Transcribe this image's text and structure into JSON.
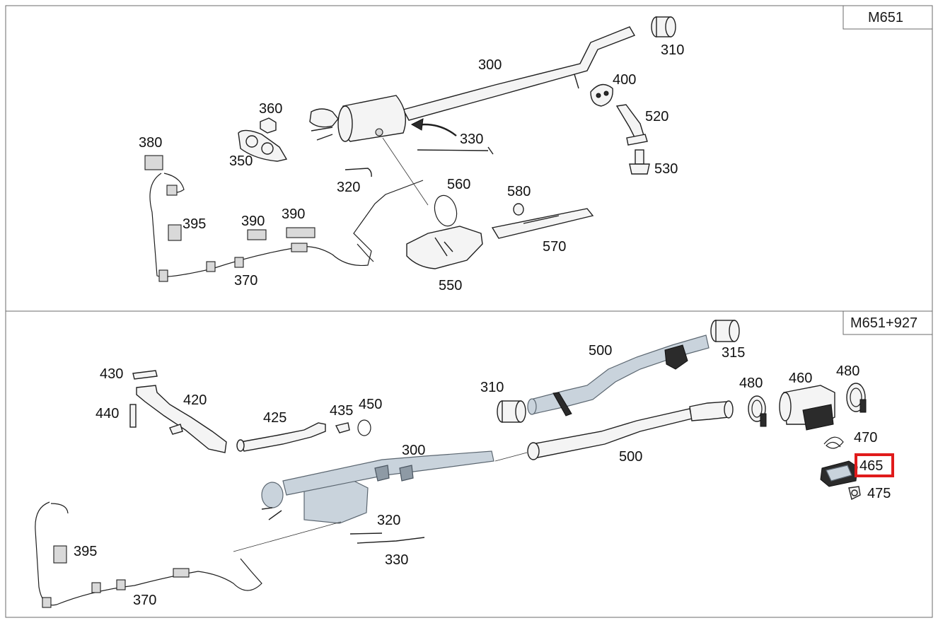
{
  "panels": {
    "top": {
      "tag": "M651"
    },
    "bottom": {
      "tag": "M651+927"
    }
  },
  "highlight_color": "#e01b1b",
  "callouts_top": {
    "c310": "310",
    "c300": "300",
    "c400": "400",
    "c360": "360",
    "c520": "520",
    "c380": "380",
    "c330": "330",
    "c350": "350",
    "c530": "530",
    "c320": "320",
    "c560": "560",
    "c580": "580",
    "c395": "395",
    "c390a": "390",
    "c390b": "390",
    "c570": "570",
    "c370": "370",
    "c550": "550"
  },
  "callouts_bottom": {
    "c500a": "500",
    "c315": "315",
    "c430": "430",
    "c420": "420",
    "c310": "310",
    "c480a": "480",
    "c460": "460",
    "c480b": "480",
    "c440": "440",
    "c425": "425",
    "c435": "435",
    "c450": "450",
    "c300": "300",
    "c470": "470",
    "c500b": "500",
    "c465": "465",
    "c475": "475",
    "c320": "320",
    "c395": "395",
    "c330": "330",
    "c370": "370"
  },
  "icons": [
    "exhaust-pipe-icon",
    "clamp-icon",
    "particle-filter-icon",
    "sensor-harness-icon",
    "heat-shield-icon",
    "bracket-icon",
    "actuator-icon",
    "bolt-icon"
  ]
}
